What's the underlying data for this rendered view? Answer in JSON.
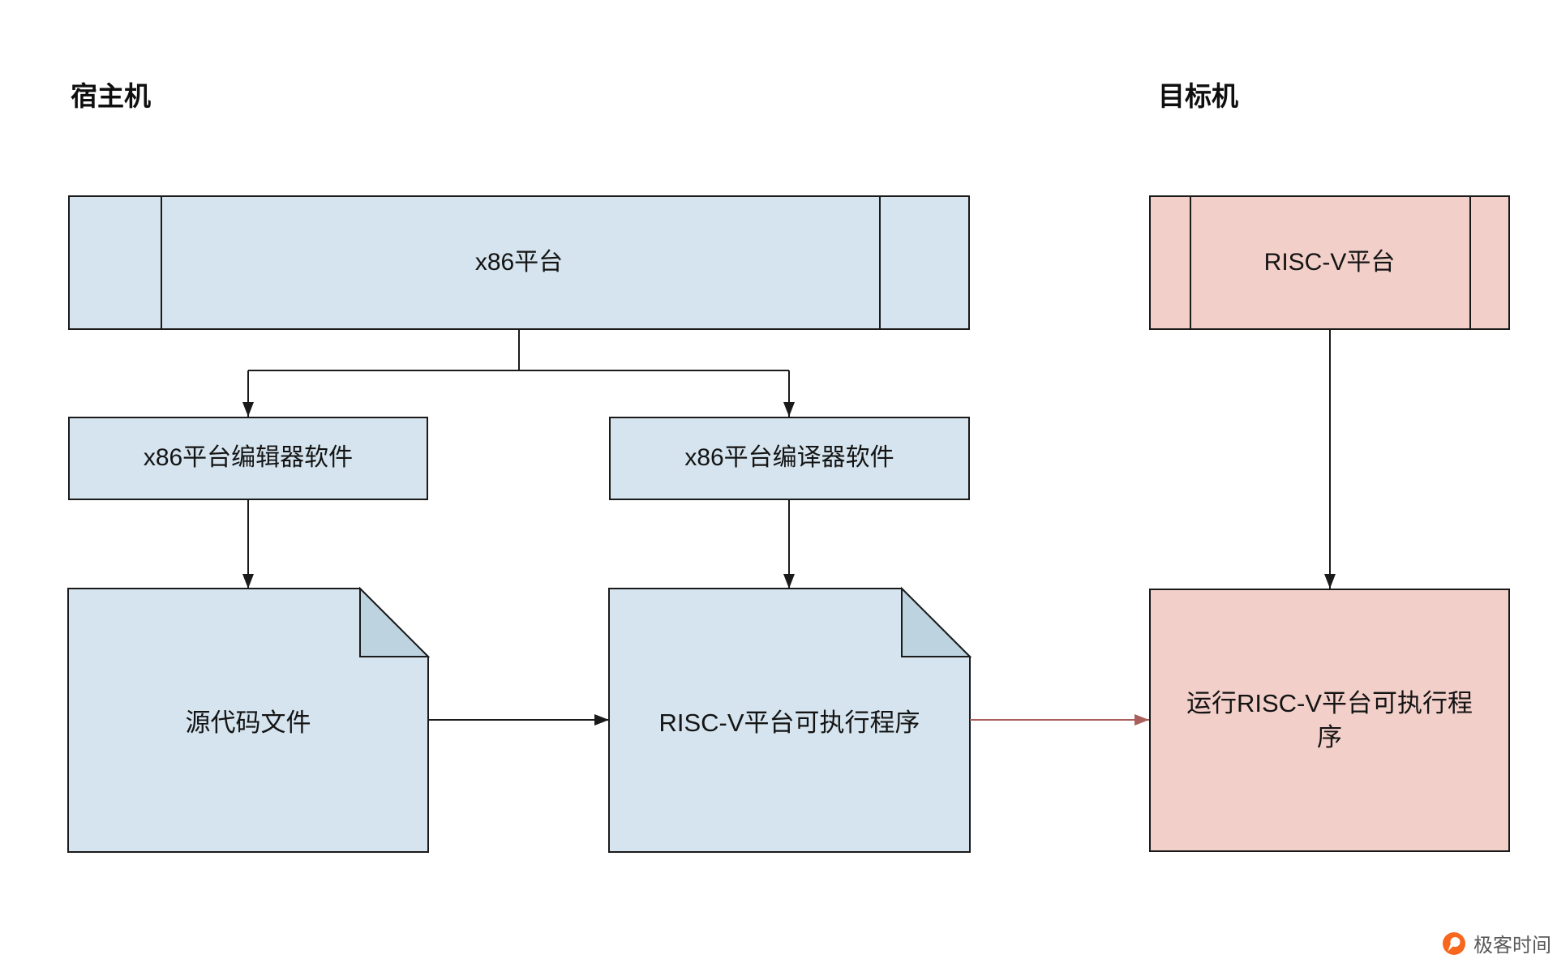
{
  "diagram": {
    "host_label": "宿主机",
    "target_label": "目标机",
    "nodes": {
      "x86_platform": "x86平台",
      "riscv_platform": "RISC-V平台",
      "editor": "x86平台编辑器软件",
      "compiler": "x86平台编译器软件",
      "source_file": "源代码文件",
      "executable": "RISC-V平台可执行程序",
      "run_executable": "运行RISC-V平台可执行程序"
    },
    "colors": {
      "blue_fill": "#d5e4ee",
      "blue_fold": "#bdd3e0",
      "pink_fill": "#f2cfc9",
      "border": "#1a1a1a",
      "black_arrow": "#1a1a1a",
      "red_arrow": "#a9605c"
    }
  },
  "footer": {
    "brand": "极客时间",
    "brand_color": "#f7681e"
  }
}
